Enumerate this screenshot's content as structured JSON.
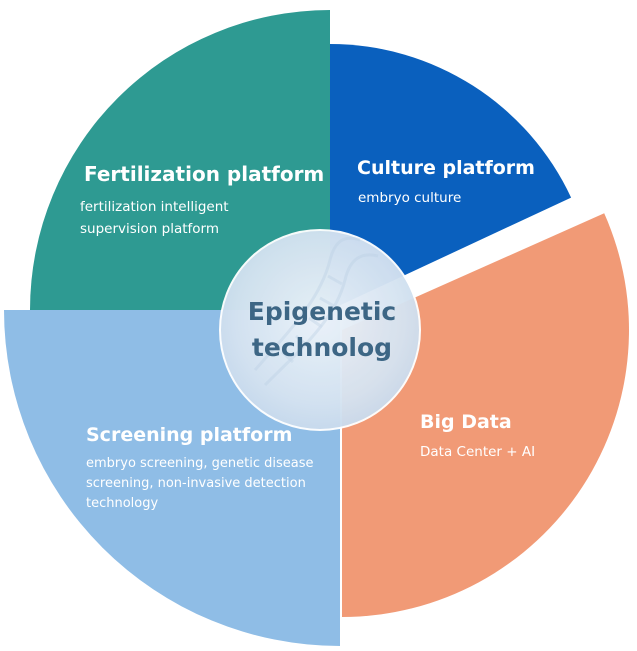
{
  "colors": {
    "fertilization": "#2e9a92",
    "culture": "#0a60be",
    "big_data": "#f19a76",
    "screening": "#8fbde6",
    "center_text": "#3d6685"
  },
  "segments": {
    "fertilization": {
      "title": "Fertilization platform",
      "desc_lines": [
        "fertilization intelligent",
        "supervision platform"
      ]
    },
    "culture": {
      "title": "Culture platform",
      "desc_lines": [
        "embryo culture"
      ]
    },
    "big_data": {
      "title": "Big Data",
      "desc_lines": [
        "Data Center + AI"
      ]
    },
    "screening": {
      "title": "Screening platform",
      "desc_lines": [
        "embryo screening, genetic disease",
        "screening, non-invasive detection",
        "technology"
      ]
    }
  },
  "center": {
    "lines": [
      "Epigenetic",
      "technolog"
    ]
  }
}
